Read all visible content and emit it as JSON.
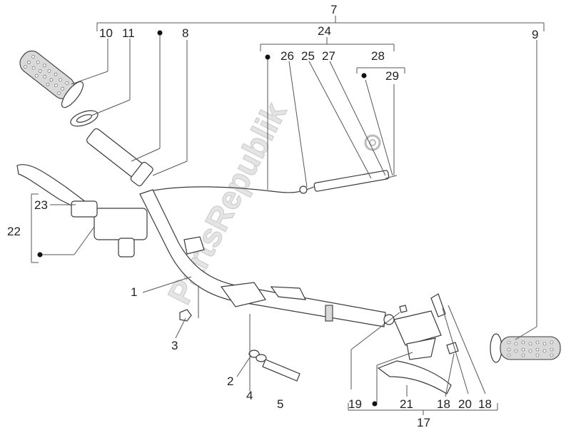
{
  "watermark": "PartsRepublik",
  "callouts": {
    "c1": "1",
    "c2": "2",
    "c3": "3",
    "c4": "4",
    "c5": "5",
    "c7": "7",
    "c8": "8",
    "c9": "9",
    "c10": "10",
    "c11": "11",
    "c17": "17",
    "c18a": "18",
    "c18b": "18",
    "c19": "19",
    "c20": "20",
    "c21": "21",
    "c22": "22",
    "c23": "23",
    "c24": "24",
    "c25": "25",
    "c26": "26",
    "c27": "27",
    "c28": "28",
    "c29": "29"
  },
  "icons": {
    "watermark_gear": "gear-icon",
    "bullet": "filled-dot"
  }
}
